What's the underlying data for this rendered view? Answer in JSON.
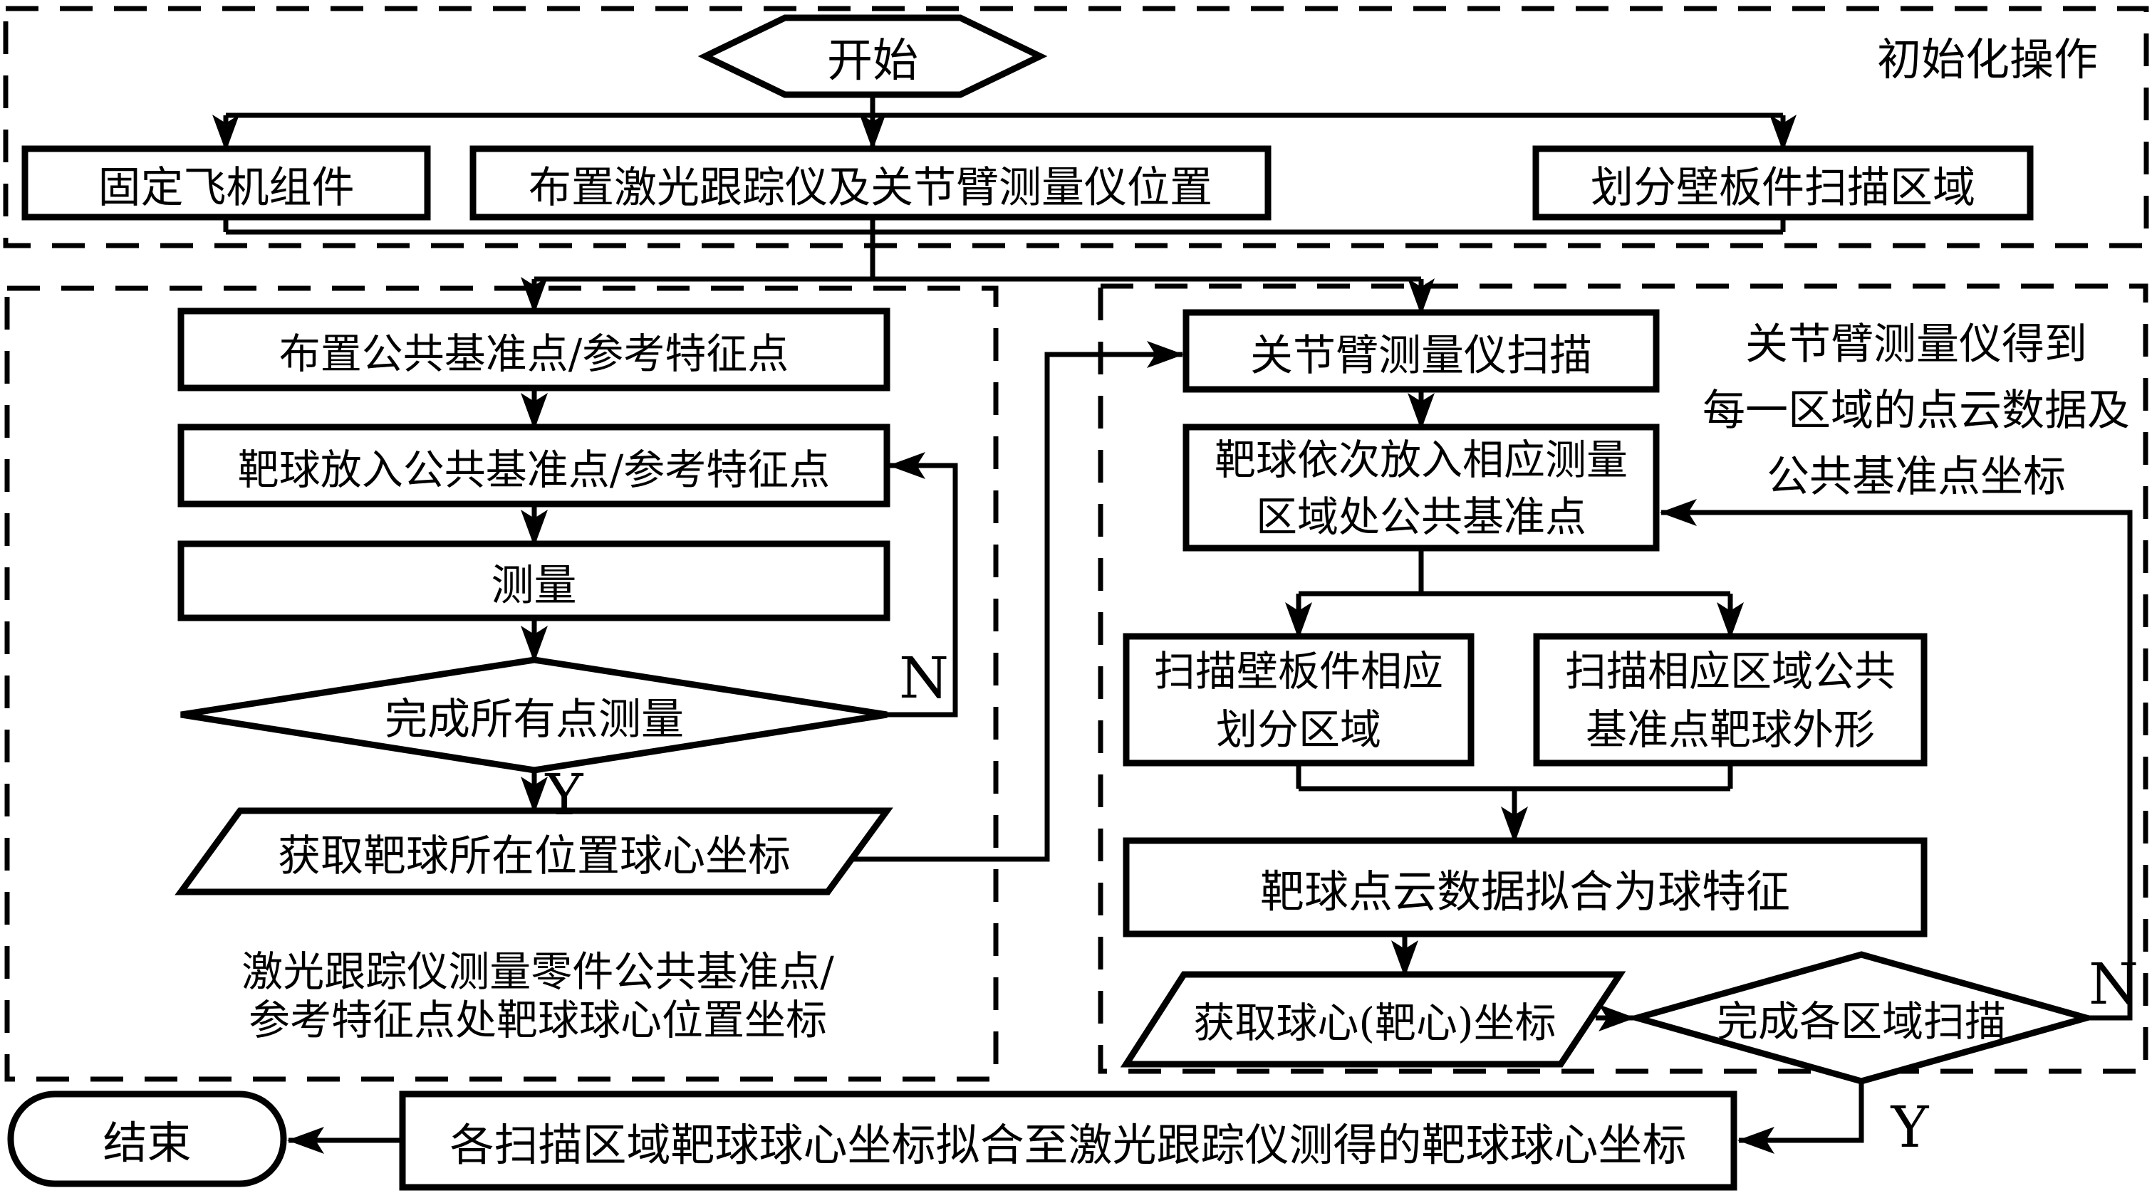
{
  "diagram": {
    "region_labels": {
      "init": "初始化操作"
    },
    "nodes": {
      "start": "开始",
      "fix_aircraft": "固定飞机组件",
      "arrange_tracker": "布置激光跟踪仪及关节臂测量仪位置",
      "divide_panel": "划分壁板件扫描区域",
      "arrange_points": "布置公共基准点/参考特征点",
      "place_target": "靶球放入公共基准点/参考特征点",
      "measure": "测量",
      "all_points_done": "完成所有点测量",
      "get_target_position": "获取靶球所在位置球心坐标",
      "arm_scan": "关节臂测量仪扫描",
      "target_into_region": {
        "line1": "靶球依次放入相应测量",
        "line2": "区域处公共基准点"
      },
      "scan_panel_region": {
        "line1": "扫描壁板件相应",
        "line2": "划分区域"
      },
      "scan_target_shape": {
        "line1": "扫描相应区域公共",
        "line2": "基准点靶球外形"
      },
      "fit_sphere": "靶球点云数据拟合为球特征",
      "get_center": "获取球心(靶心)坐标",
      "regions_done": "完成各区域扫描",
      "fit_final": "各扫描区域靶球球心坐标拟合至激光跟踪仪测得的靶球球心坐标",
      "end": "结束"
    },
    "annotations": {
      "left": {
        "line1": "激光跟踪仪测量零件公共基准点/",
        "line2": "参考特征点处靶球球心位置坐标"
      },
      "right": {
        "line1": "关节臂测量仪得到",
        "line2": "每一区域的点云数据及",
        "line3": "公共基准点坐标"
      }
    },
    "branch_labels": {
      "n_left": "N",
      "y_left": "Y",
      "n_right": "N",
      "y_right": "Y"
    },
    "colors": {
      "line": "#000000",
      "background": "#ffffff"
    }
  }
}
